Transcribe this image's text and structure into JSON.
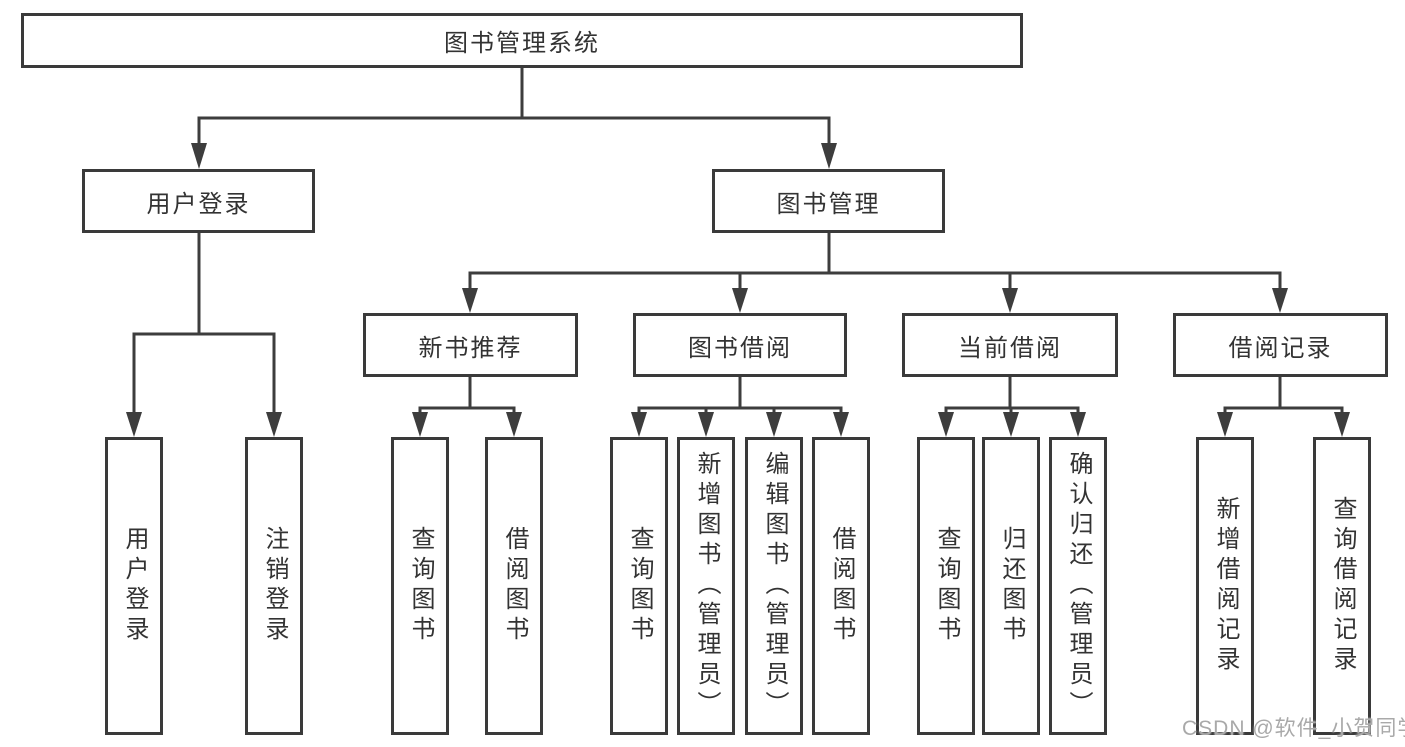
{
  "colors": {
    "line": "#3d3d3d",
    "box_border": "#3a3a3a",
    "text": "#333333",
    "background": "#ffffff",
    "watermark": "#a9a9a9"
  },
  "watermark": {
    "text": "CSDN @软件_小贺同学"
  },
  "diagram": {
    "type": "hierarchy-tree",
    "root": {
      "label": "图书管理系统"
    },
    "branches": [
      {
        "label": "用户登录",
        "children": [
          {
            "label": "用户登录"
          },
          {
            "label": "注销登录"
          }
        ]
      },
      {
        "label": "图书管理",
        "children": [
          {
            "label": "新书推荐",
            "children": [
              {
                "label": "查询图书"
              },
              {
                "label": "借阅图书"
              }
            ]
          },
          {
            "label": "图书借阅",
            "children": [
              {
                "label": "查询图书"
              },
              {
                "label": "新增图书（管理员）"
              },
              {
                "label": "编辑图书（管理员）"
              },
              {
                "label": "借阅图书"
              }
            ]
          },
          {
            "label": "当前借阅",
            "children": [
              {
                "label": "查询图书"
              },
              {
                "label": "归还图书"
              },
              {
                "label": "确认归还（管理员）"
              }
            ]
          },
          {
            "label": "借阅记录",
            "children": [
              {
                "label": "新增借阅记录"
              },
              {
                "label": "查询借阅记录"
              }
            ]
          }
        ]
      }
    ]
  }
}
